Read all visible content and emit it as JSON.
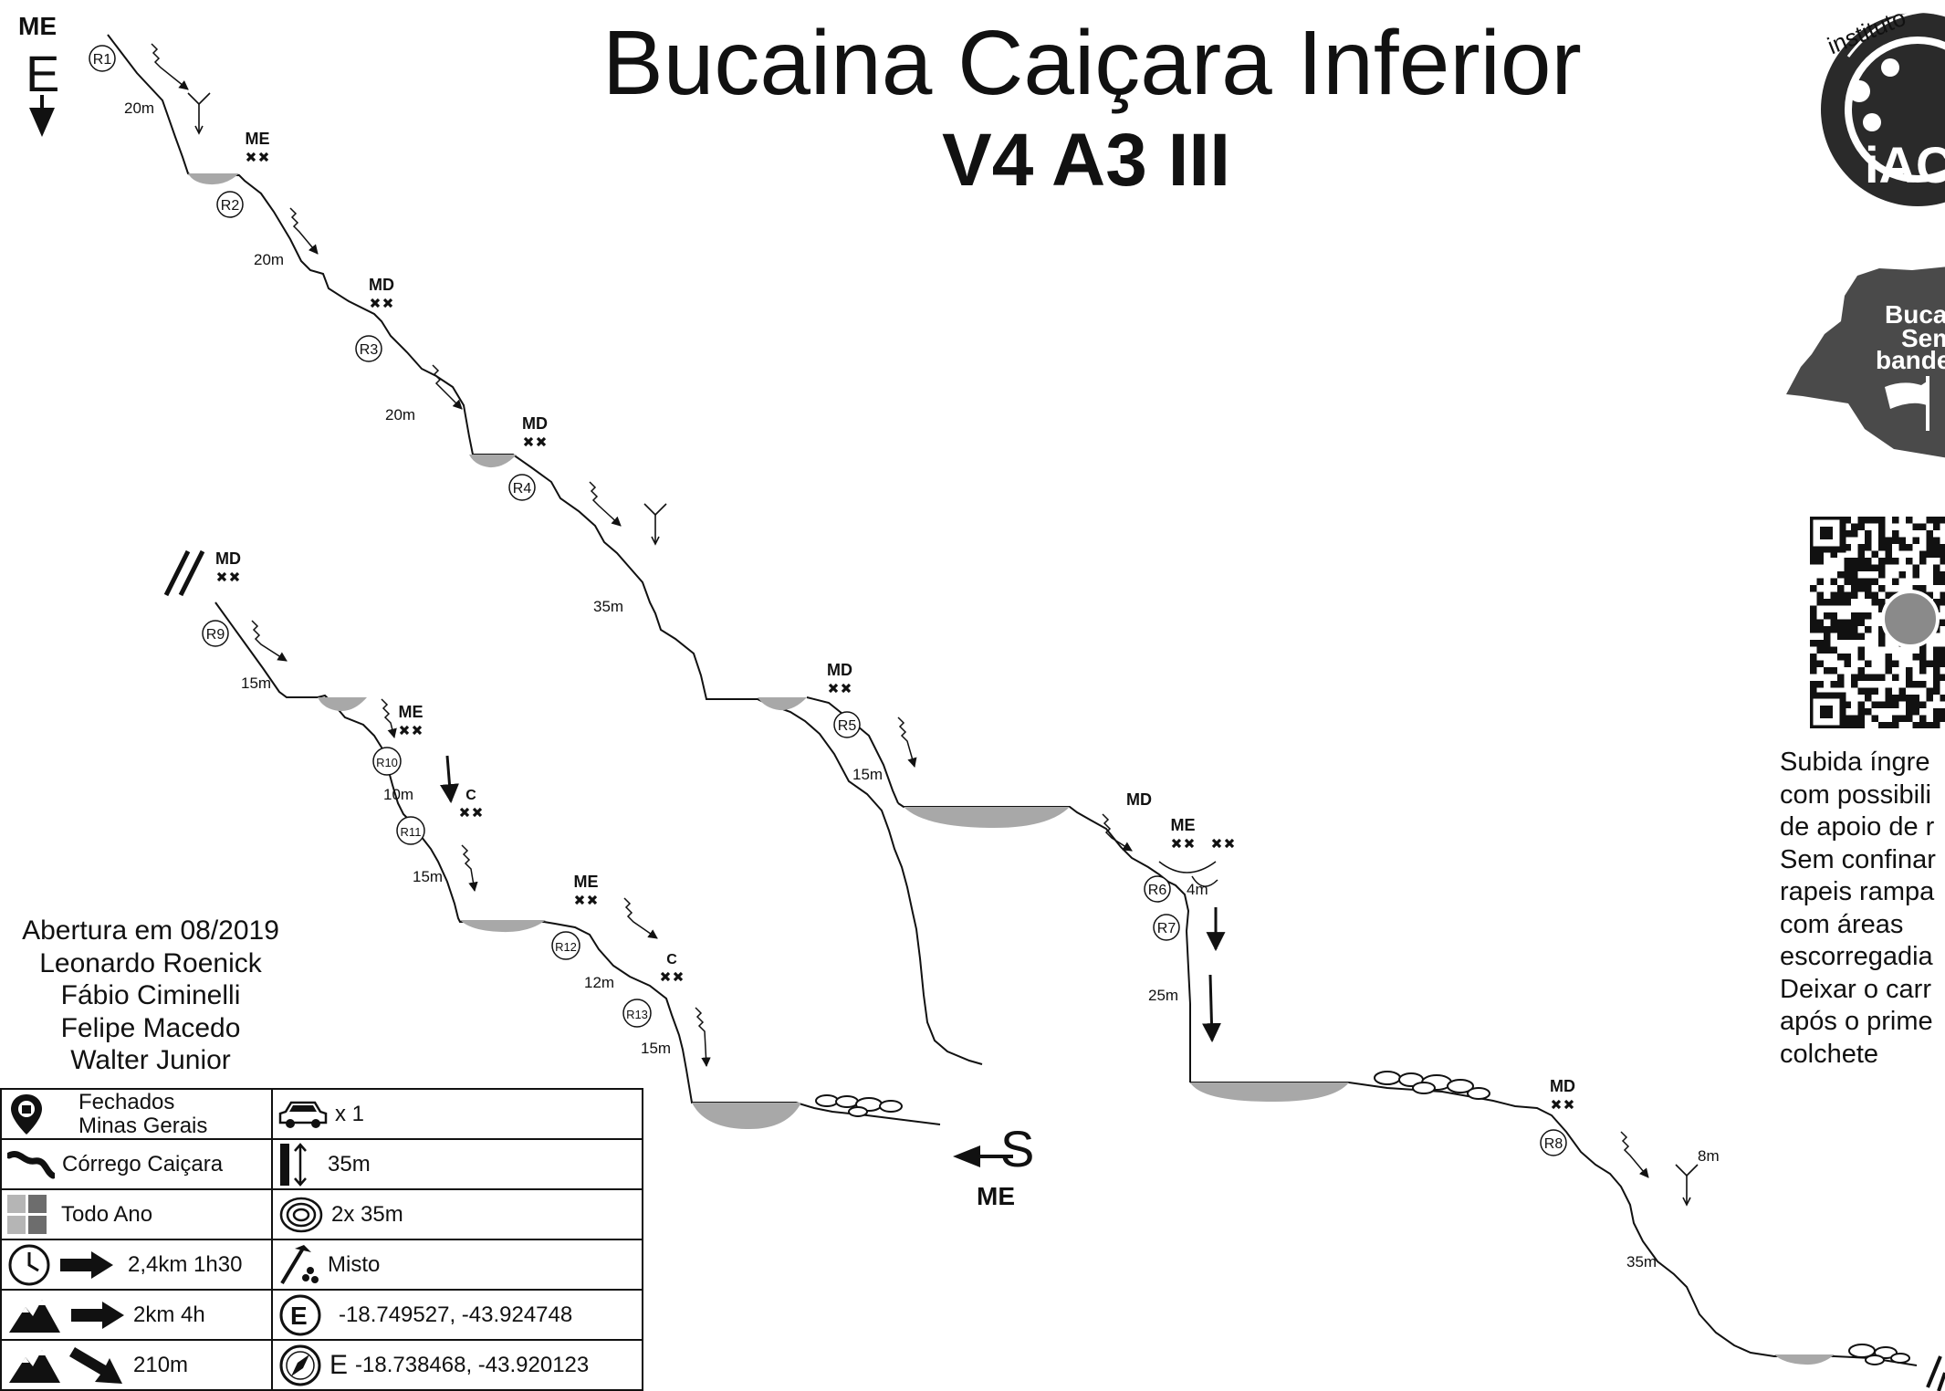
{
  "header": {
    "title": "Bucaina Caiçara Inferior",
    "grade": "V4 A3 III"
  },
  "credits": {
    "opening": "Abertura em 08/2019",
    "authors": [
      "Leonardo Roenick",
      "Fábio Ciminelli",
      "Felipe Macedo",
      "Walter Junior"
    ]
  },
  "description_lines": [
    "Subida íngre",
    "com possibili",
    "de apoio de r",
    "Sem confinar",
    "rapeis rampa",
    "com áreas",
    "escorregadia",
    "Deixar o carr",
    "após o prime",
    "colchete"
  ],
  "info_table": {
    "location": [
      "Fechados",
      "Minas Gerais"
    ],
    "cars": "x 1",
    "stream": "Córrego Caiçara",
    "max_rappel": "35m",
    "season": "Todo Ano",
    "ropes": "2x 35m",
    "approach": "2,4km 1h30",
    "anchors": "Misto",
    "descent": "2km 4h",
    "entry_coords": "-18.749527, -43.924748",
    "exit_coords": "-18.738468, -43.920123",
    "exit_letter": "E",
    "elevation_drop": "210m"
  },
  "logos": {
    "iac_text_top": "instituto",
    "iac_text_center": "iAC",
    "map_text": [
      "Buca",
      "Sem",
      "bande"
    ]
  },
  "topo": {
    "entry_label": "ME",
    "entry_letter": "E",
    "exit_letter": "S",
    "exit_label": "ME",
    "rappels": [
      {
        "id": "R1",
        "length": "20m",
        "anchor": "ME"
      },
      {
        "id": "R2",
        "length": "20m",
        "anchor": "ME"
      },
      {
        "id": "R3",
        "length": "20m",
        "anchor": "MD"
      },
      {
        "id": "R4",
        "length": "35m",
        "anchor": "MD"
      },
      {
        "id": "R5",
        "length": "15m",
        "anchor": "MD"
      },
      {
        "id": "R6",
        "length": "4m",
        "anchor": "ME"
      },
      {
        "id": "R7",
        "length": "25m",
        "anchor": "ME"
      },
      {
        "id": "R8",
        "length": "35m",
        "anchor": "MD"
      },
      {
        "id": "R9",
        "length": "15m",
        "anchor": "MD"
      },
      {
        "id": "R10",
        "length": "10m",
        "anchor": "ME"
      },
      {
        "id": "R11",
        "length": "15m",
        "anchor": "C"
      },
      {
        "id": "R12",
        "length": "12m",
        "anchor": "ME"
      },
      {
        "id": "R13",
        "length": "15m",
        "anchor": "C"
      }
    ],
    "extra_labels": {
      "md_r6": "MD",
      "r8_jump": "8m"
    }
  }
}
